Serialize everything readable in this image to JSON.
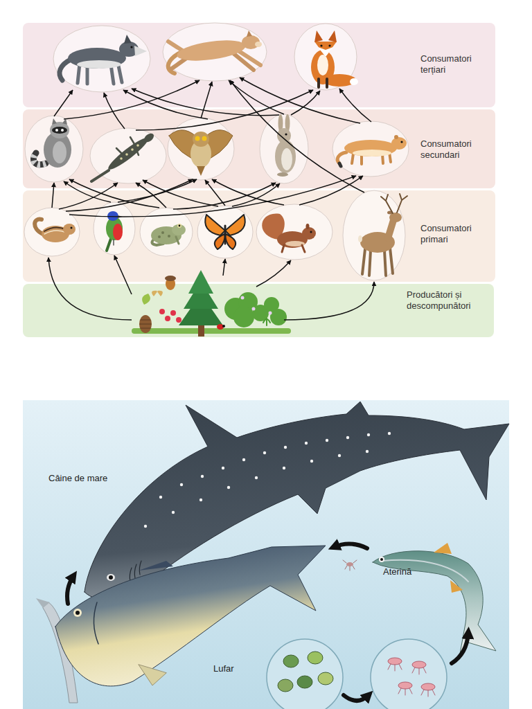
{
  "diagram": {
    "nodes": [
      {
        "text": [
          "Consumatori terțiari"
        ]
      },
      {
        "text": [
          "Consumatori secundari"
        ]
      },
      {
        "text": [
          "Consumatori primari"
        ]
      },
      {
        "text": [
          "Producători și descompunători"
        ]
      }
    ],
    "labels": [
      "Câine de mare",
      "Aterină",
      "Lufar"
    ]
  }
}
